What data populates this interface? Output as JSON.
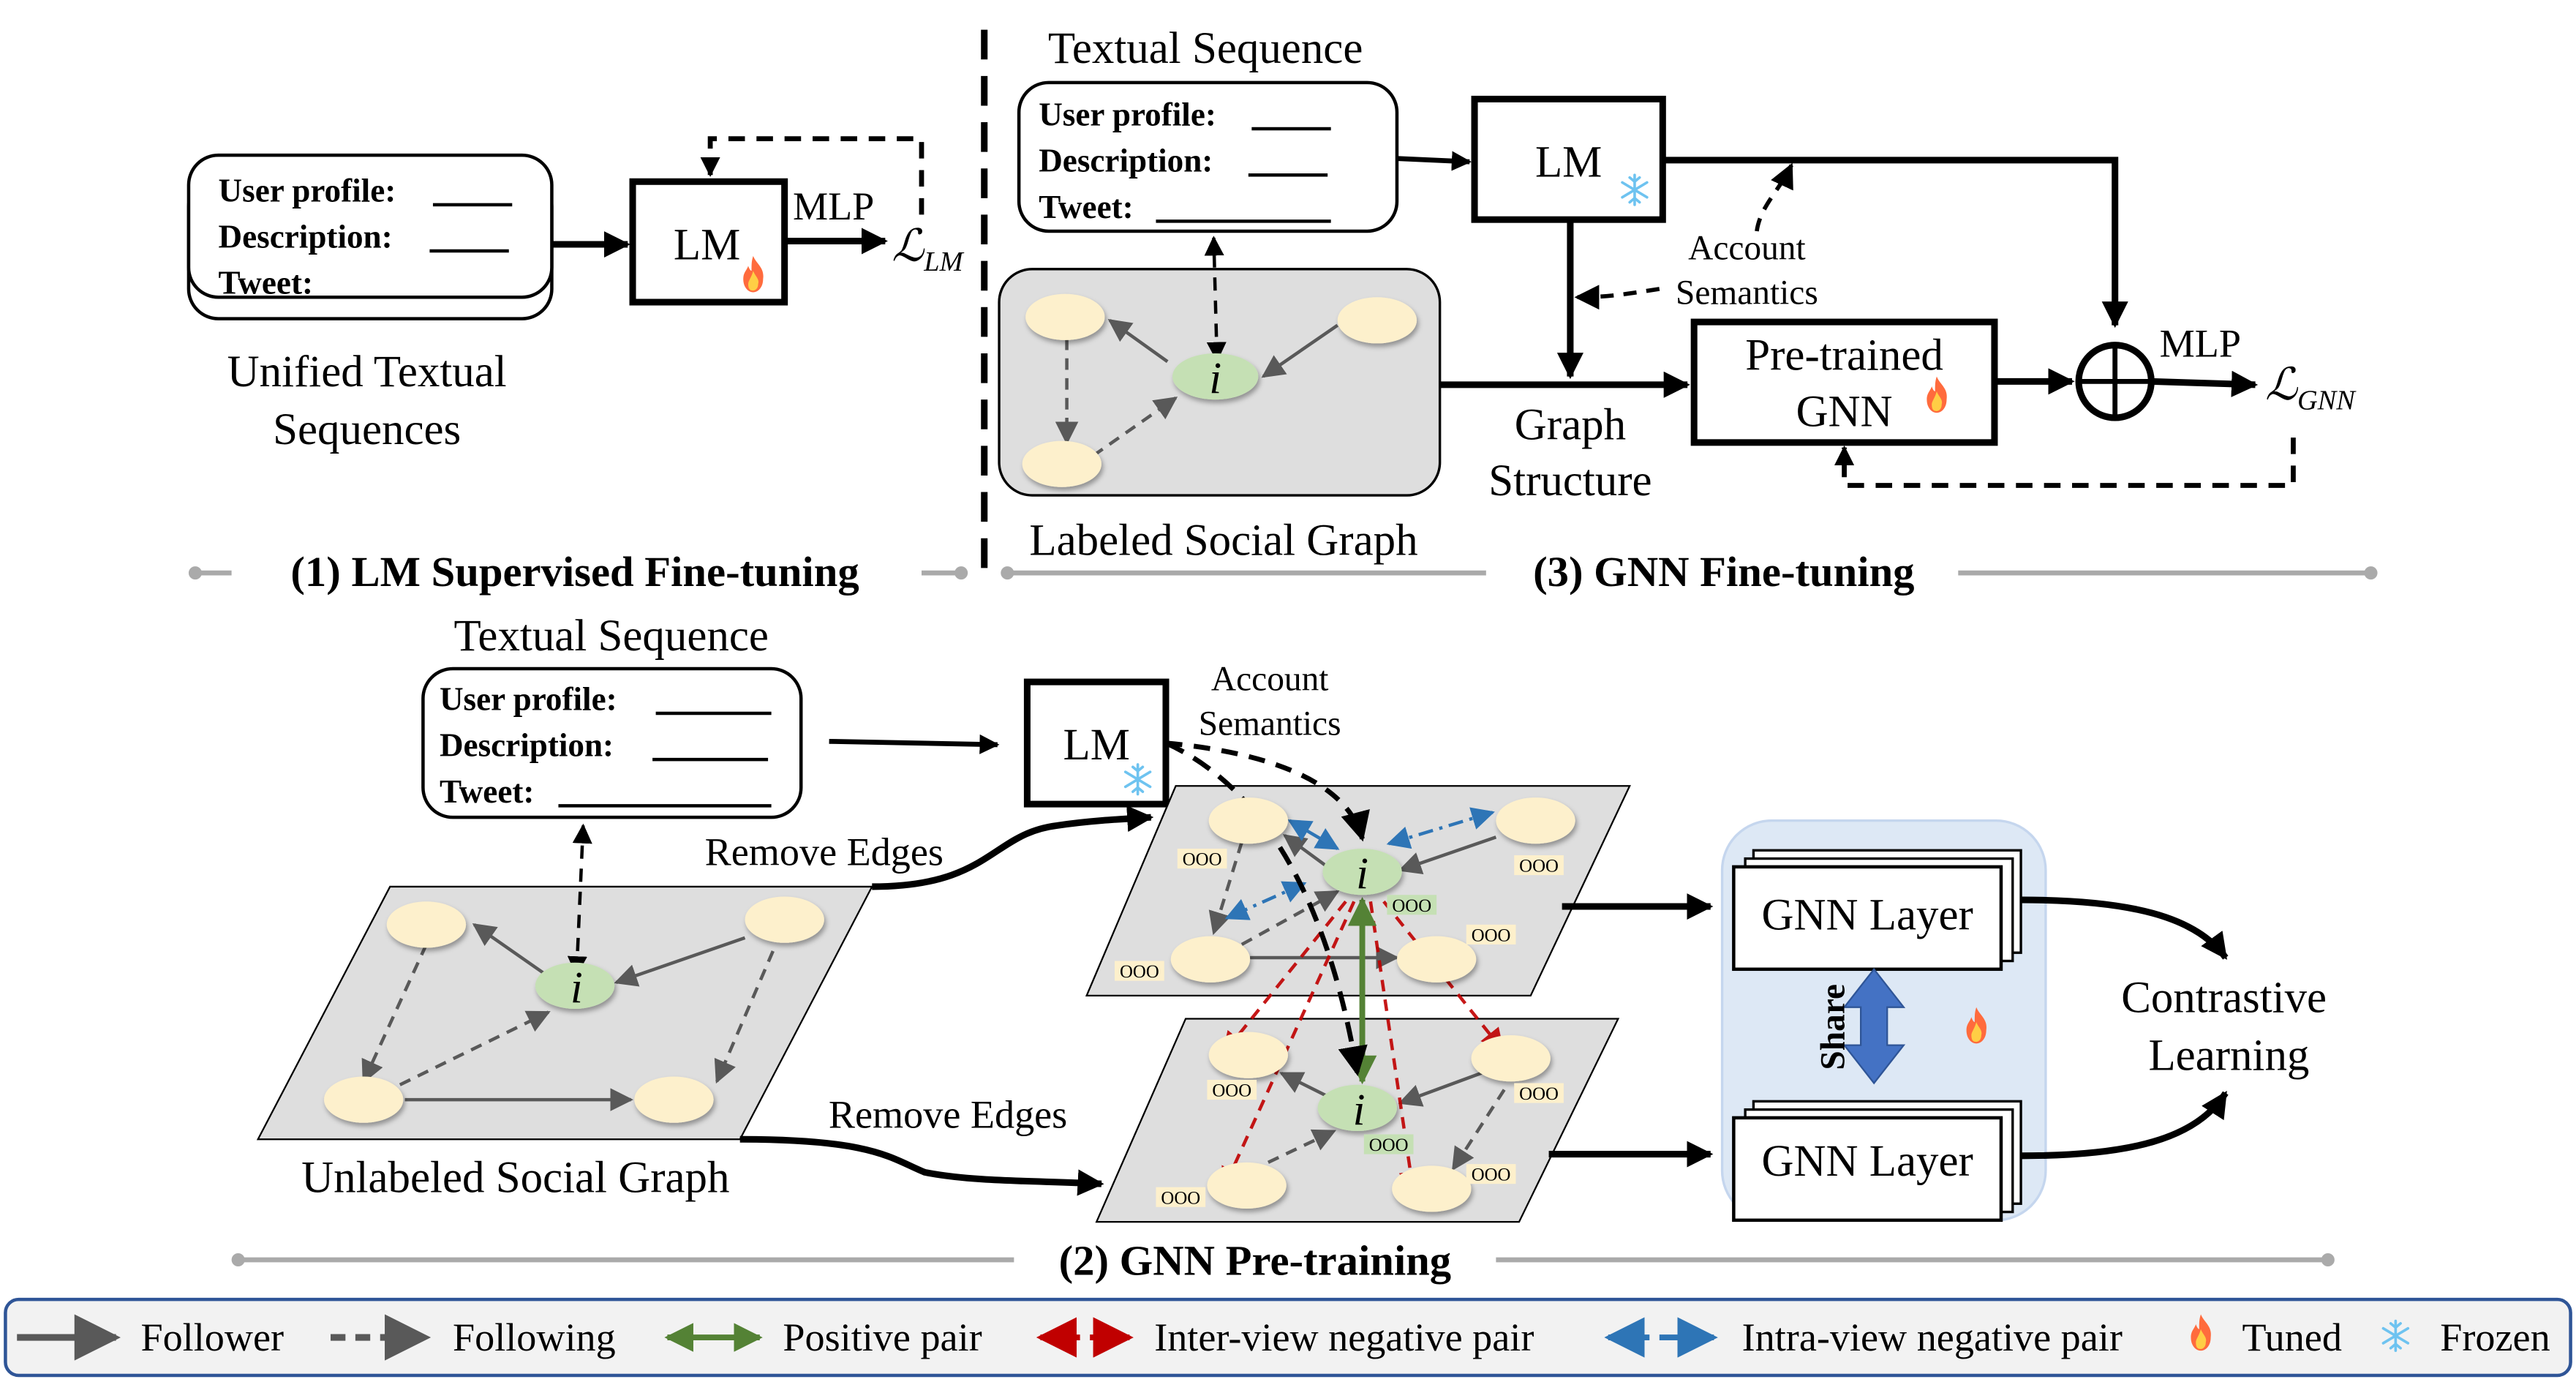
{
  "colors": {
    "node_fill": "#fdf0cc",
    "target_node_fill": "#c5e0b4",
    "graph_plane": "#dedede",
    "follower_edge": "#595959",
    "positive_pair": "#548235",
    "inter_view_negative": "#c00000",
    "intra_view_negative": "#2e75b6",
    "share_arrow": "#4472c4",
    "gnn_panel": "#dde8f5",
    "divider": "#aaaaaa",
    "legend_border": "#2f5597",
    "legend_bg": "#f2f2f2"
  },
  "sections": {
    "s1": {
      "title": "(1) LM Supervised Fine-tuning",
      "form": {
        "line1": "User profile:",
        "line2": "Description:",
        "line3": "Tweet:"
      },
      "form_caption_1": "Unified Textual",
      "form_caption_2": "Sequences",
      "lm_label": "LM",
      "lm_state_icon": "fire-icon",
      "mlp_label": "MLP",
      "loss_label": "ℒ",
      "loss_sub": "LM"
    },
    "s3": {
      "title": "(3) GNN Fine-tuning",
      "form_heading": "Textual Sequence",
      "form": {
        "line1": "User profile:",
        "line2": "Description:",
        "line3": "Tweet:"
      },
      "graph_caption": "Labeled Social Graph",
      "node_label": "i",
      "lm_label": "LM",
      "lm_state_icon": "snowflake-icon",
      "account_semantics_1": "Account",
      "account_semantics_2": "Semantics",
      "graph_structure_1": "Graph",
      "graph_structure_2": "Structure",
      "gnn_label_1": "Pre-trained",
      "gnn_label_2": "GNN",
      "gnn_state_icon": "fire-icon",
      "mlp_label": "MLP",
      "loss_label": "ℒ",
      "loss_sub": "GNN"
    },
    "s2": {
      "title": "(2) GNN Pre-training",
      "form_heading": "Textual Sequence",
      "form": {
        "line1": "User profile:",
        "line2": "Description:",
        "line3": "Tweet:"
      },
      "graph_caption": "Unlabeled Social Graph",
      "node_label": "i",
      "lm_label": "LM",
      "lm_state_icon": "snowflake-icon",
      "account_semantics_1": "Account",
      "account_semantics_2": "Semantics",
      "remove_edges_1": "Remove Edges",
      "remove_edges_2": "Remove Edges",
      "gnn_layer_1": "GNN Layer",
      "gnn_layer_2": "GNN Layer",
      "share_label": "Share",
      "contrastive_1": "Contrastive",
      "contrastive_2": "Learning",
      "embedding_glyph": "OOO"
    }
  },
  "legend": [
    {
      "icon": "solid-arrow-icon",
      "label": "Follower"
    },
    {
      "icon": "dashed-arrow-icon",
      "label": "Following"
    },
    {
      "icon": "green-double-arrow-icon",
      "label": "Positive pair"
    },
    {
      "icon": "red-dashed-double-arrow-icon",
      "label": "Inter-view negative pair"
    },
    {
      "icon": "blue-dashdot-double-arrow-icon",
      "label": "Intra-view negative pair"
    },
    {
      "icon": "fire-icon",
      "label": "Tuned"
    },
    {
      "icon": "snowflake-icon",
      "label": "Frozen"
    }
  ]
}
